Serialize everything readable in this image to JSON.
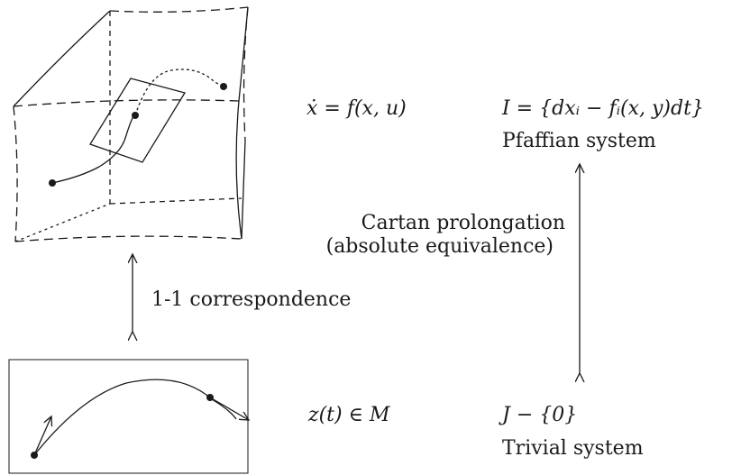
{
  "equations": {
    "ode": "ẋ = f(x, u)",
    "pfaffian_ideal": "I = {dxᵢ − fᵢ(x, y)dt}",
    "curve": "z(t) ∈ M",
    "trivial_ideal": "J − {0}"
  },
  "labels": {
    "pfaffian_system": "Pfaffian system",
    "cartan_line1": "Cartan prolongation",
    "cartan_line2": "(absolute equivalence)",
    "correspondence": "1-1 correspondence",
    "trivial_system": "Trivial system"
  },
  "colors": {
    "ink": "#1a1a1a",
    "background": "#ffffff"
  }
}
